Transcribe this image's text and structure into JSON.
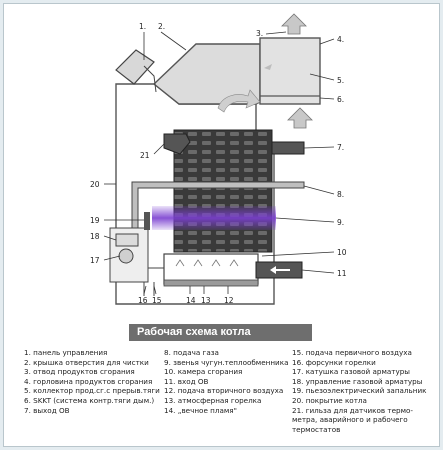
{
  "diagram": {
    "caption": "Рабочая схема котла",
    "callouts": {
      "n1": "1.",
      "n2": "2.",
      "n3": "3.",
      "n4": "4.",
      "n5": "5.",
      "n6": "6.",
      "n7": "7.",
      "n8": "8.",
      "n9": "9.",
      "n10": "10",
      "n11": "11",
      "n12": "12",
      "n13": "13",
      "n14": "14",
      "n15": "15",
      "n16": "16",
      "n17": "17",
      "n18": "18",
      "n19": "19",
      "n20": "20",
      "n21": "21"
    },
    "colors": {
      "outline": "#444444",
      "flue_fill": "#dcdcdc",
      "heat_exchanger": "#3a3a3a",
      "burner_glow": "#7a3fd0",
      "caption_bg": "#6e6e6e"
    }
  },
  "legend": {
    "col1": [
      "1. панель управления",
      "2. крышка отверстия для чистки",
      "3. отвод продуктов сгорания",
      "4. горловина продуктов сгорания",
      "5. коллектор прод.сг.с прерыв.тяги",
      "6. SKKT (система контр.тяги дым.)",
      "7. выход ОВ"
    ],
    "col2": [
      "8. подача газа",
      "9. звенья чугун.теплообменника",
      "10. камера сгорания",
      "11. вход ОВ",
      "12. подача вторичного воздуха",
      "13. атмосферная горелка",
      "14. „вечное пламя\""
    ],
    "col3": [
      "15. подача первичного воздуха",
      "16. форсунки горелки",
      "17. катушка  газовой арматуры",
      "18. управление газовой арматуры",
      "19. пьезоэлектрический запальник",
      "20. покрытие котла",
      "21. гильза для датчиков термо-метра, аварийного и рабочего термостатов"
    ]
  }
}
